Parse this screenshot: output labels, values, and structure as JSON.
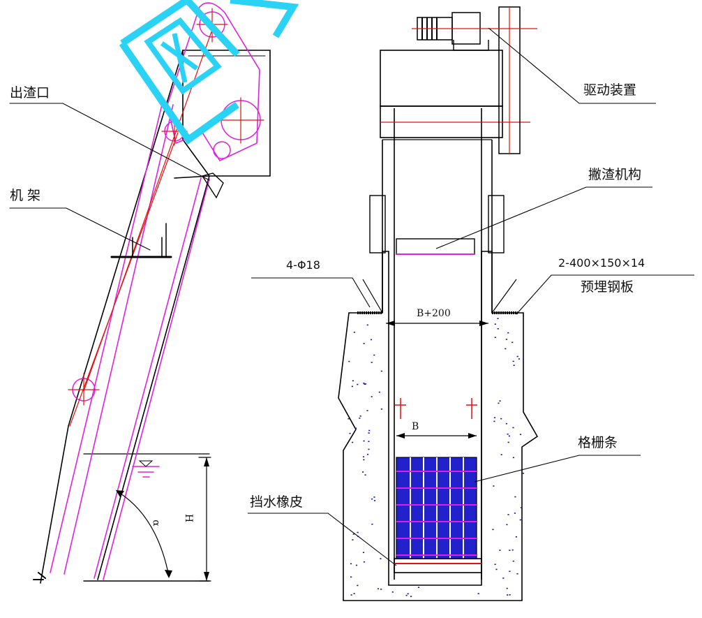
{
  "labels": {
    "outlet": "出渣口",
    "frame": "机 架",
    "drive": "驱动装置",
    "rake": "撇渣机构",
    "holes": "4-Φ18",
    "plate_size": "2-400×150×14",
    "plate_name": "预埋钢板",
    "bars": "格栅条",
    "seal": "挡水橡皮"
  },
  "dimensions": {
    "width_outer": "B+200",
    "width_inner": "B",
    "depth": "H",
    "angle": "α"
  },
  "colors": {
    "line": "#000000",
    "frame": "#e020e0",
    "center": "#e01010",
    "screen": "#2222cc",
    "watermark": "#2ad3f5",
    "concrete_dot": "#1a1aa0"
  }
}
